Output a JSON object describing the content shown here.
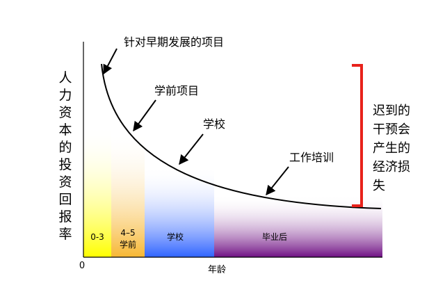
{
  "y_axis_label": [
    "人",
    "力",
    "资",
    "本",
    "的",
    "投",
    "资",
    "回",
    "报",
    "率"
  ],
  "x_axis_label": "年龄",
  "origin_label": "0",
  "curve_labels": {
    "early": "针对早期发展的项目",
    "preschool": "学前项目",
    "school": "学校",
    "training": "工作培训"
  },
  "bands": [
    {
      "line1": "0-3",
      "line2": "",
      "color": "#ffff00"
    },
    {
      "line1": "4–5",
      "line2": "学前",
      "color": "#f8c85a"
    },
    {
      "line1": "学校",
      "line2": "",
      "color": "#3a6fff"
    },
    {
      "line1": "毕业后",
      "line2": "",
      "color": "#7a1a8a"
    }
  ],
  "right_note": [
    "迟到的",
    "干预会",
    "产生的",
    "经济损",
    "失"
  ],
  "colors": {
    "bracket": "#e8221b",
    "curve": "#000000"
  }
}
